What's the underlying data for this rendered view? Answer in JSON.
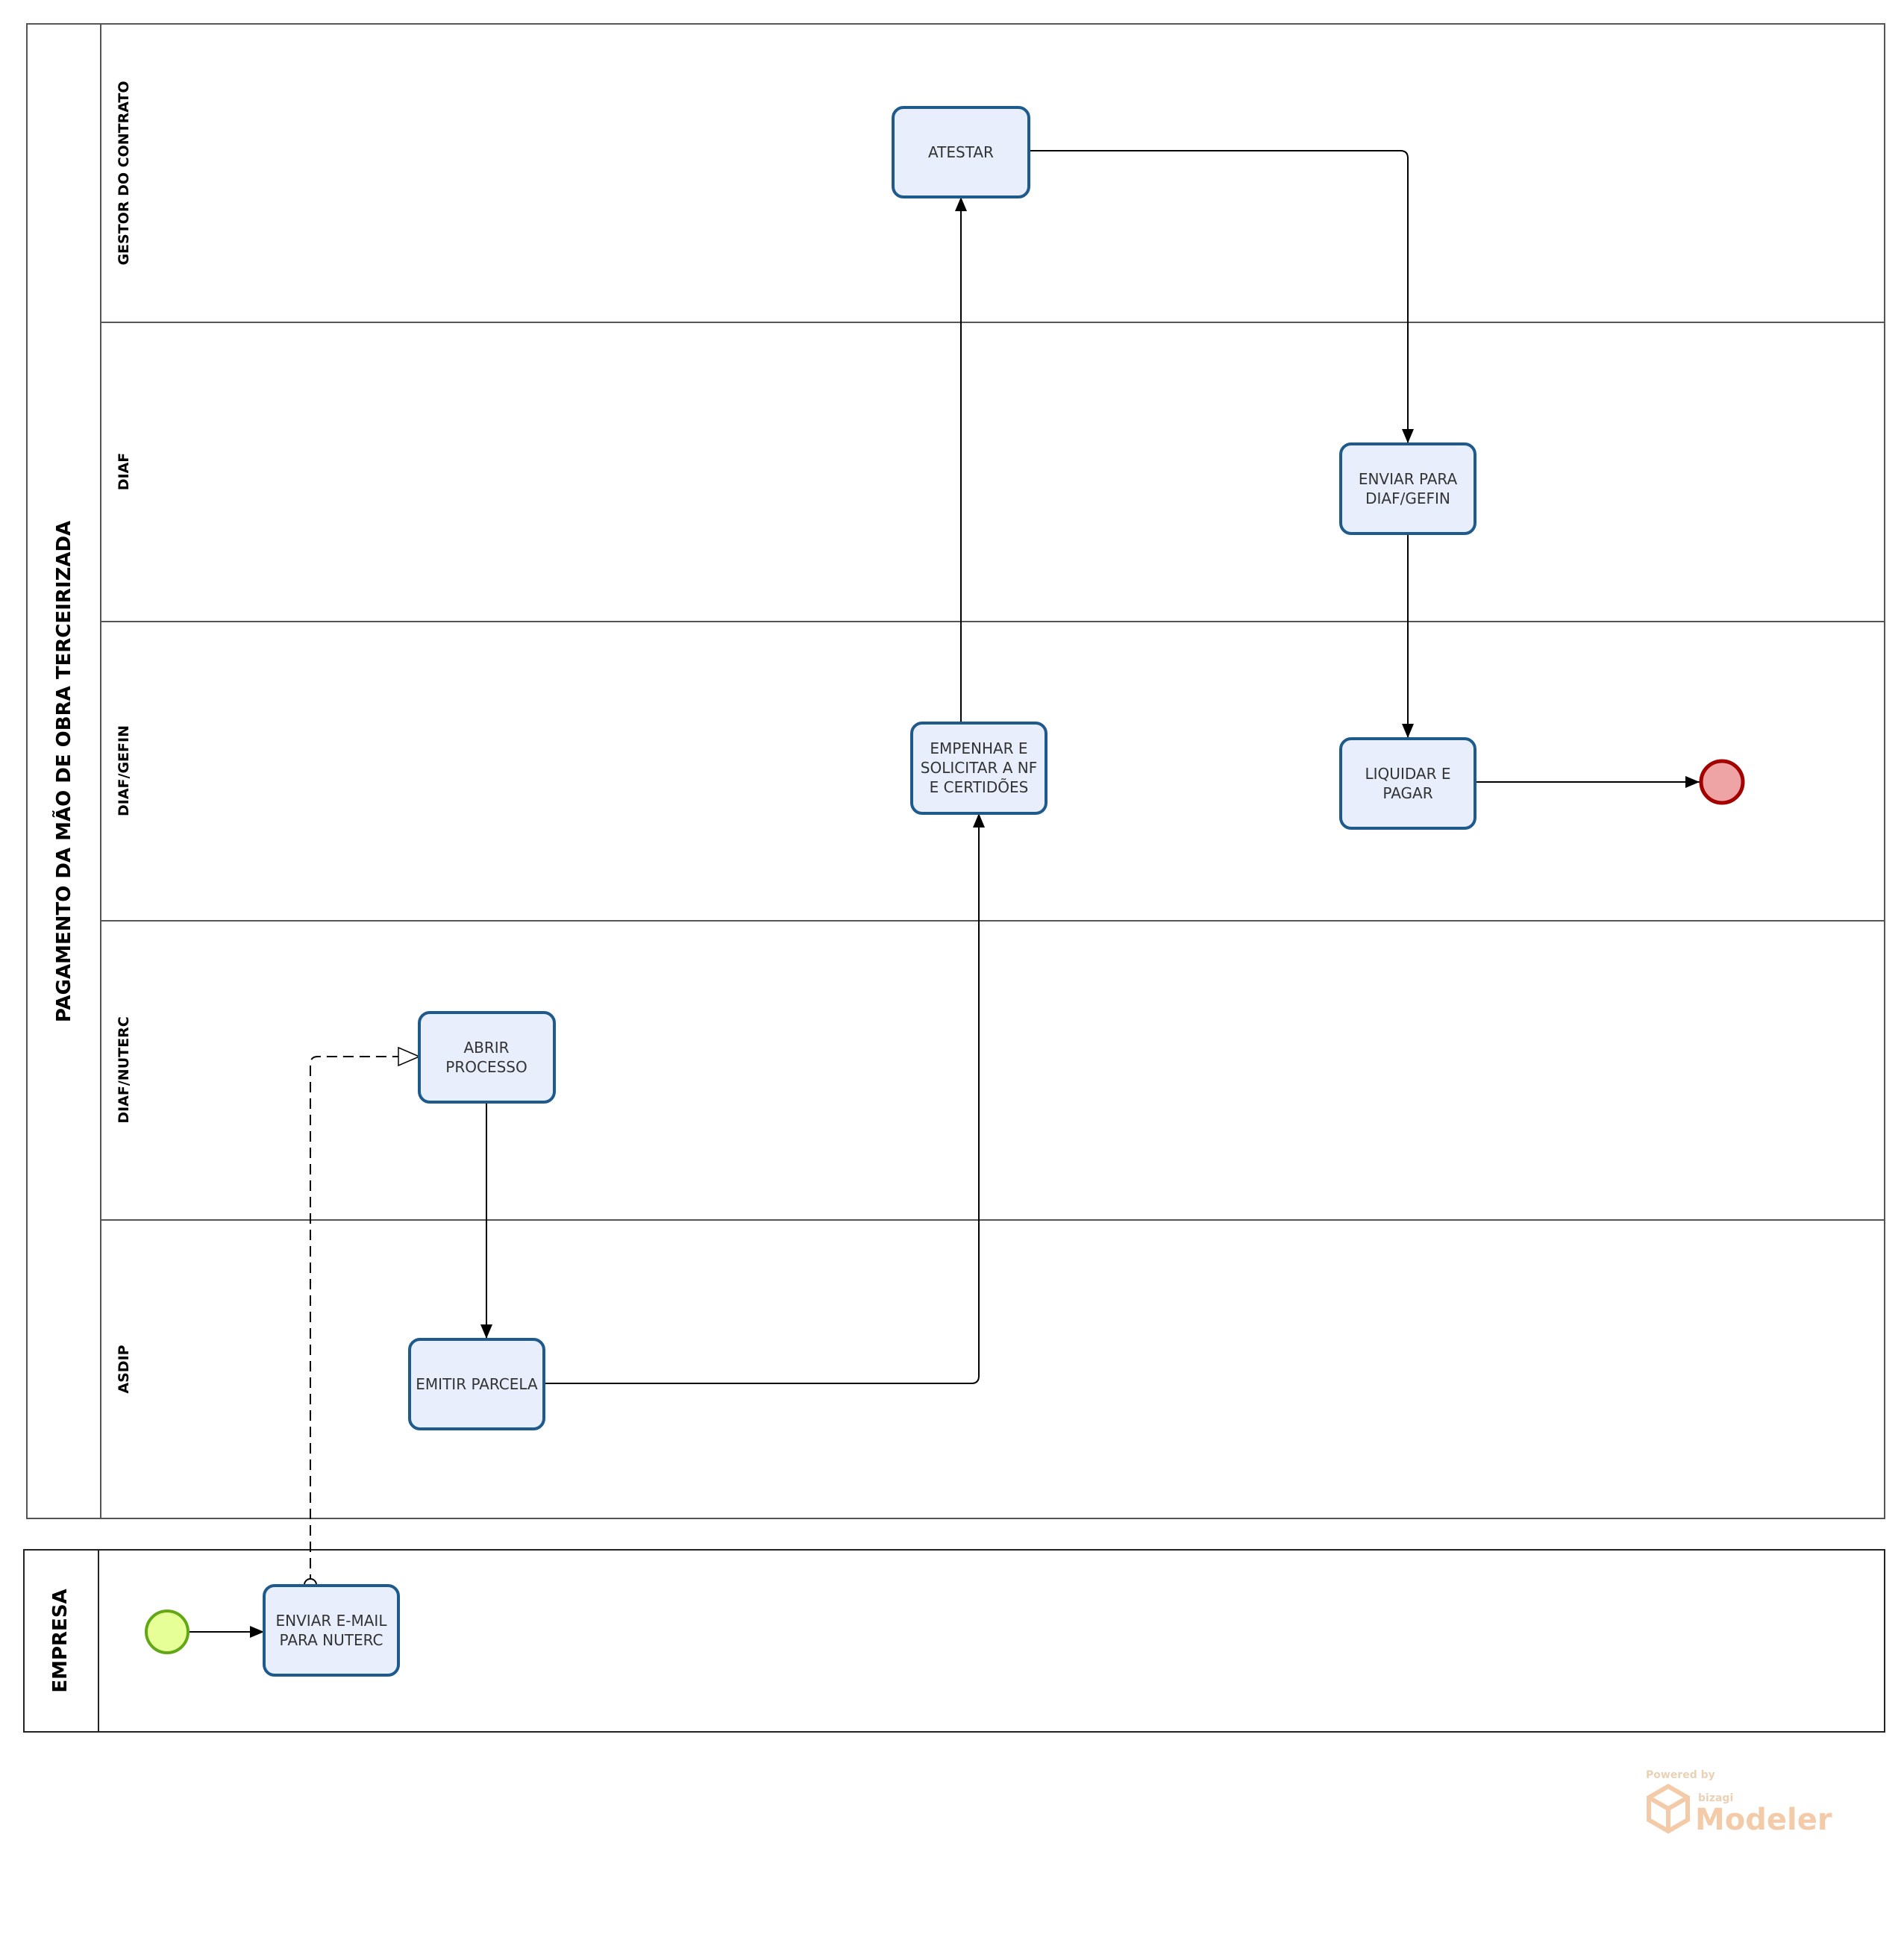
{
  "pool_main": {
    "title": "PAGAMENTO DA  MÃO DE OBRA TERCEIRIZADA"
  },
  "lanes": [
    {
      "id": "gestor",
      "label": "GESTOR DO CONTRATO"
    },
    {
      "id": "diaf",
      "label": "DIAF"
    },
    {
      "id": "diaf_gefin",
      "label": "DIAF/GEFIN"
    },
    {
      "id": "diaf_nuterc",
      "label": "DIAF/NUTERC"
    },
    {
      "id": "asdip",
      "label": "ASDIP"
    }
  ],
  "pool_empresa": {
    "title": "EMPRESA"
  },
  "tasks": {
    "atestar": [
      "ATESTAR"
    ],
    "enviar_diaf_gefin": [
      "ENVIAR PARA",
      "DIAF/GEFIN"
    ],
    "empenhar": [
      "EMPENHAR E",
      "SOLICITAR A NF",
      "E CERTIDÕES"
    ],
    "liquidar": [
      "LIQUIDAR E",
      "PAGAR"
    ],
    "abrir_processo": [
      "ABRIR",
      "PROCESSO"
    ],
    "emitir_parcela": [
      "EMITIR PARCELA"
    ],
    "enviar_email": [
      "ENVIAR E-MAIL",
      "PARA NUTERC"
    ]
  },
  "events": {
    "start": {
      "fill": "#e6ff97",
      "stroke": "#62a716"
    },
    "end": {
      "fill": "#eea4a4",
      "stroke": "#a40000"
    }
  },
  "colors": {
    "task_fill": "#e8eefc",
    "task_stroke": "#1e5a8c",
    "lane_line": "#555555"
  },
  "watermark": {
    "powered": "Powered by",
    "brand": "bizagi",
    "product": "Modeler"
  }
}
